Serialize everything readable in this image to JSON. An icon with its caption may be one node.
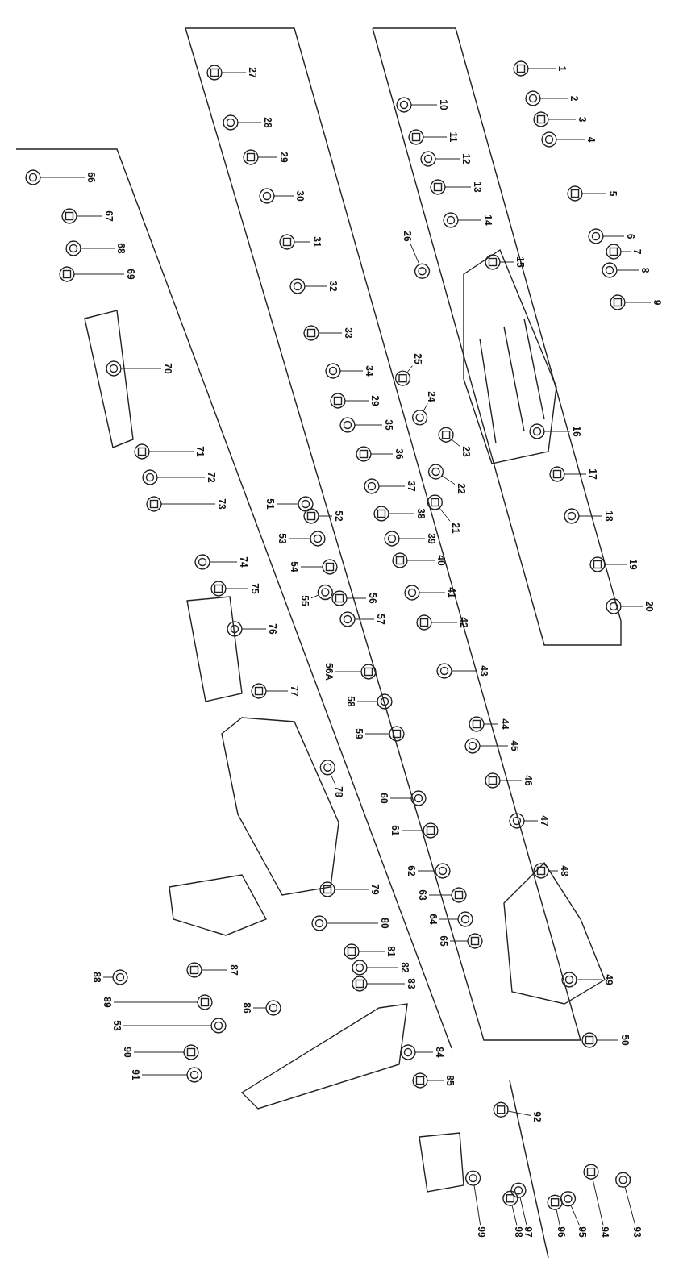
{
  "diagram": {
    "nodes": [
      {
        "text": [
          "1"
        ]
      },
      {
        "text": [
          "2"
        ]
      },
      {
        "text": [
          "3"
        ]
      },
      {
        "text": [
          "4"
        ]
      },
      {
        "text": [
          "5"
        ]
      },
      {
        "text": [
          "6"
        ]
      },
      {
        "text": [
          "7"
        ]
      },
      {
        "text": [
          "8"
        ]
      },
      {
        "text": [
          "9"
        ]
      },
      {
        "text": [
          "10"
        ]
      },
      {
        "text": [
          "11"
        ]
      },
      {
        "text": [
          "12"
        ]
      },
      {
        "text": [
          "13"
        ]
      },
      {
        "text": [
          "14"
        ]
      },
      {
        "text": [
          "15"
        ]
      },
      {
        "text": [
          "16"
        ]
      },
      {
        "text": [
          "17"
        ]
      },
      {
        "text": [
          "18"
        ]
      },
      {
        "text": [
          "19"
        ]
      },
      {
        "text": [
          "20"
        ]
      },
      {
        "text": [
          "21"
        ]
      },
      {
        "text": [
          "22"
        ]
      },
      {
        "text": [
          "23"
        ]
      },
      {
        "text": [
          "24"
        ]
      },
      {
        "text": [
          "25"
        ]
      },
      {
        "text": [
          "26"
        ]
      },
      {
        "text": [
          "27"
        ]
      },
      {
        "text": [
          "28"
        ]
      },
      {
        "text": [
          "29"
        ]
      },
      {
        "text": [
          "30"
        ]
      },
      {
        "text": [
          "31"
        ]
      },
      {
        "text": [
          "32"
        ]
      },
      {
        "text": [
          "33"
        ]
      },
      {
        "text": [
          "34"
        ]
      },
      {
        "text": [
          "29"
        ]
      },
      {
        "text": [
          "35"
        ]
      },
      {
        "text": [
          "36"
        ]
      },
      {
        "text": [
          "37"
        ]
      },
      {
        "text": [
          "38"
        ]
      },
      {
        "text": [
          "39"
        ]
      },
      {
        "text": [
          "40"
        ]
      },
      {
        "text": [
          "41"
        ]
      },
      {
        "text": [
          "42"
        ]
      },
      {
        "text": [
          "43"
        ]
      },
      {
        "text": [
          "44"
        ]
      },
      {
        "text": [
          "45"
        ]
      },
      {
        "text": [
          "46"
        ]
      },
      {
        "text": [
          "47"
        ]
      },
      {
        "text": [
          "48"
        ]
      },
      {
        "text": [
          "49"
        ]
      },
      {
        "text": [
          "50"
        ]
      },
      {
        "text": [
          "51"
        ]
      },
      {
        "text": [
          "52"
        ]
      },
      {
        "text": [
          "53"
        ]
      },
      {
        "text": [
          "54"
        ]
      },
      {
        "text": [
          "55"
        ]
      },
      {
        "text": [
          "56"
        ]
      },
      {
        "text": [
          "57"
        ]
      },
      {
        "text": [
          "56A"
        ]
      },
      {
        "text": [
          "58"
        ]
      },
      {
        "text": [
          "59"
        ]
      },
      {
        "text": [
          "60"
        ]
      },
      {
        "text": [
          "61"
        ]
      },
      {
        "text": [
          "62"
        ]
      },
      {
        "text": [
          "63"
        ]
      },
      {
        "text": [
          "64"
        ]
      },
      {
        "text": [
          "65"
        ]
      },
      {
        "text": [
          "66"
        ]
      },
      {
        "text": [
          "67"
        ]
      },
      {
        "text": [
          "68"
        ]
      },
      {
        "text": [
          "69"
        ]
      },
      {
        "text": [
          "70"
        ]
      },
      {
        "text": [
          "71"
        ]
      },
      {
        "text": [
          "72"
        ]
      },
      {
        "text": [
          "73"
        ]
      },
      {
        "text": [
          "74"
        ]
      },
      {
        "text": [
          "75"
        ]
      },
      {
        "text": [
          "76"
        ]
      },
      {
        "text": [
          "77"
        ]
      },
      {
        "text": [
          "78"
        ]
      },
      {
        "text": [
          "79"
        ]
      },
      {
        "text": [
          "80"
        ]
      },
      {
        "text": [
          "81"
        ]
      },
      {
        "text": [
          "82"
        ]
      },
      {
        "text": [
          "83"
        ]
      },
      {
        "text": [
          "84"
        ]
      },
      {
        "text": [
          "85"
        ]
      },
      {
        "text": [
          "86"
        ]
      },
      {
        "text": [
          "87"
        ]
      },
      {
        "text": [
          "88"
        ]
      },
      {
        "text": [
          "89"
        ]
      },
      {
        "text": [
          "53"
        ]
      },
      {
        "text": [
          "90"
        ]
      },
      {
        "text": [
          "91"
        ]
      },
      {
        "text": [
          "92"
        ]
      },
      {
        "text": [
          "93"
        ]
      },
      {
        "text": [
          "94"
        ]
      },
      {
        "text": [
          "95"
        ]
      },
      {
        "text": [
          "96"
        ]
      },
      {
        "text": [
          "97"
        ]
      },
      {
        "text": [
          "98"
        ]
      },
      {
        "text": [
          "99"
        ]
      },
      {
        "text": [],
        "shape": "picture"
      },
      {
        "text": [],
        "shape": "picture"
      },
      {
        "text": [],
        "shape": "picture"
      },
      {
        "text": [],
        "shape": "picture"
      },
      {
        "text": [],
        "shape": "picture"
      },
      {
        "text": [],
        "shape": "picture"
      },
      {
        "text": [],
        "shape": "picture"
      },
      {
        "text": [],
        "shape": "picture"
      },
      {
        "text": [],
        "shape": "picture"
      },
      {
        "text": [],
        "shape": "picture"
      },
      {
        "text": [],
        "shape": "picture"
      },
      {
        "text": [],
        "shape": "picture"
      },
      {
        "text": [],
        "shape": "picture"
      },
      {
        "text": [],
        "shape": "picture"
      },
      {
        "text": [],
        "shape": "picture"
      },
      {
        "text": [],
        "shape": "picture"
      },
      {
        "text": [],
        "shape": "picture"
      },
      {
        "text": [],
        "shape": "picture"
      },
      {
        "text": [],
        "shape": "picture"
      },
      {
        "text": [],
        "shape": "picture"
      },
      {
        "text": [],
        "shape": "picture"
      },
      {
        "text": [],
        "shape": "picture"
      },
      {
        "text": [],
        "shape": "picture"
      },
      {
        "text": [],
        "shape": "picture"
      },
      {
        "text": [],
        "shape": "picture"
      },
      {
        "text": [],
        "shape": "picture"
      },
      {
        "text": [],
        "shape": "picture"
      },
      {
        "text": [],
        "shape": "picture"
      },
      {
        "text": [],
        "shape": "picture"
      },
      {
        "text": [],
        "shape": "picture"
      },
      {
        "text": [],
        "shape": "picture"
      },
      {
        "text": [],
        "shape": "picture"
      },
      {
        "text": [],
        "shape": "picture"
      },
      {
        "text": [],
        "shape": "picture"
      },
      {
        "text": [],
        "shape": "picture"
      },
      {
        "text": [],
        "shape": "picture"
      },
      {
        "text": [],
        "shape": "picture"
      },
      {
        "text": [],
        "shape": "picture"
      },
      {
        "text": [],
        "shape": "picture"
      },
      {
        "text": [],
        "shape": "picture"
      },
      {
        "text": [],
        "shape": "picture"
      },
      {
        "text": [],
        "shape": "picture"
      },
      {
        "text": [],
        "shape": "picture"
      },
      {
        "text": [],
        "shape": "picture"
      },
      {
        "text": [],
        "shape": "picture"
      },
      {
        "text": [],
        "shape": "picture"
      },
      {
        "text": [],
        "shape": "picture"
      },
      {
        "text": [],
        "shape": "picture"
      },
      {
        "text": [],
        "shape": "picture"
      },
      {
        "text": [],
        "shape": "picture"
      },
      {
        "text": [],
        "shape": "picture"
      },
      {
        "text": [],
        "shape": "picture"
      },
      {
        "text": [],
        "shape": "picture"
      },
      {
        "text": [],
        "shape": "picture"
      },
      {
        "text": [],
        "shape": "picture"
      },
      {
        "text": [],
        "shape": "picture"
      },
      {
        "text": [],
        "shape": "picture"
      },
      {
        "text": [],
        "shape": "picture"
      },
      {
        "text": [],
        "shape": "picture"
      },
      {
        "text": [],
        "shape": "picture"
      },
      {
        "text": [],
        "shape": "picture"
      },
      {
        "text": [],
        "shape": "picture"
      },
      {
        "text": [],
        "shape": "picture"
      },
      {
        "text": [],
        "shape": "picture"
      },
      {
        "text": [],
        "shape": "picture"
      },
      {
        "text": [],
        "shape": "picture"
      },
      {
        "text": [],
        "shape": "picture"
      },
      {
        "text": [],
        "shape": "picture"
      },
      {
        "text": [],
        "shape": "picture"
      },
      {
        "text": [],
        "shape": "picture"
      },
      {
        "text": [],
        "shape": "picture"
      },
      {
        "text": [],
        "shape": "picture"
      },
      {
        "text": [],
        "shape": "picture"
      },
      {
        "text": [],
        "shape": "picture"
      },
      {
        "text": [],
        "shape": "picture"
      },
      {
        "text": [],
        "shape": "picture"
      },
      {
        "text": [],
        "shape": "picture"
      },
      {
        "text": [],
        "shape": "picture"
      },
      {
        "text": [],
        "shape": "picture"
      },
      {
        "text": [],
        "shape": "picture"
      },
      {
        "text": [],
        "shape": "picture"
      },
      {
        "text": [],
        "shape": "picture"
      },
      {
        "text": [],
        "shape": "picture"
      },
      {
        "text": [],
        "shape": "picture"
      },
      {
        "text": [],
        "shape": "picture"
      },
      {
        "text": [],
        "shape": "picture"
      },
      {
        "text": [],
        "shape": "picture"
      },
      {
        "text": [],
        "shape": "picture"
      },
      {
        "text": [],
        "shape": "picture"
      },
      {
        "text": [],
        "shape": "picture"
      },
      {
        "text": [],
        "shape": "picture"
      },
      {
        "text": [],
        "shape": "picture"
      },
      {
        "text": [],
        "shape": "picture"
      },
      {
        "text": [],
        "shape": "picture"
      },
      {
        "text": [],
        "shape": "picture"
      },
      {
        "text": [],
        "shape": "picture"
      },
      {
        "text": [],
        "shape": "picture"
      },
      {
        "text": [],
        "shape": "picture"
      },
      {
        "text": [],
        "shape": "picture"
      },
      {
        "text": [],
        "shape": "picture"
      },
      {
        "text": [],
        "shape": "picture"
      },
      {
        "text": [],
        "shape": "picture"
      }
    ],
    "edges": [
      {
        "from": 0,
        "to": 102,
        "arrow": "none"
      },
      {
        "from": 1,
        "to": 103,
        "arrow": "none"
      },
      {
        "from": 2,
        "to": 104,
        "arrow": "none"
      },
      {
        "from": 3,
        "to": 105,
        "arrow": "none"
      },
      {
        "from": 4,
        "to": 106,
        "arrow": "none"
      },
      {
        "from": 5,
        "to": 107,
        "arrow": "none"
      },
      {
        "from": 6,
        "to": 108,
        "arrow": "none"
      },
      {
        "from": 7,
        "to": 109,
        "arrow": "none"
      },
      {
        "from": 8,
        "to": 110,
        "arrow": "none"
      },
      {
        "from": 9,
        "to": 111,
        "arrow": "none"
      },
      {
        "from": 10,
        "to": 112,
        "arrow": "none"
      },
      {
        "from": 11,
        "to": 113,
        "arrow": "none"
      },
      {
        "from": 12,
        "to": 114,
        "arrow": "none"
      },
      {
        "from": 13,
        "to": 115,
        "arrow": "none"
      },
      {
        "from": 14,
        "to": 116,
        "arrow": "none"
      },
      {
        "from": 15,
        "to": 117,
        "arrow": "none"
      },
      {
        "from": 16,
        "to": 118,
        "arrow": "none"
      },
      {
        "from": 17,
        "to": 119,
        "arrow": "none"
      },
      {
        "from": 18,
        "to": 120,
        "arrow": "none"
      },
      {
        "from": 19,
        "to": 121,
        "arrow": "none"
      },
      {
        "from": 20,
        "to": 122,
        "arrow": "none"
      },
      {
        "from": 21,
        "to": 123,
        "arrow": "none"
      },
      {
        "from": 22,
        "to": 124,
        "arrow": "none"
      },
      {
        "from": 23,
        "to": 125,
        "arrow": "none"
      },
      {
        "from": 24,
        "to": 126,
        "arrow": "none"
      },
      {
        "from": 25,
        "to": 127,
        "arrow": "none"
      },
      {
        "from": 26,
        "to": 128,
        "arrow": "none"
      },
      {
        "from": 27,
        "to": 129,
        "arrow": "none"
      },
      {
        "from": 28,
        "to": 130,
        "arrow": "none"
      },
      {
        "from": 29,
        "to": 131,
        "arrow": "none"
      },
      {
        "from": 30,
        "to": 132,
        "arrow": "none"
      },
      {
        "from": 31,
        "to": 133,
        "arrow": "none"
      },
      {
        "from": 32,
        "to": 134,
        "arrow": "none"
      },
      {
        "from": 33,
        "to": 135,
        "arrow": "none"
      },
      {
        "from": 34,
        "to": 136,
        "arrow": "none"
      },
      {
        "from": 35,
        "to": 137,
        "arrow": "none"
      },
      {
        "from": 36,
        "to": 138,
        "arrow": "none"
      },
      {
        "from": 37,
        "to": 139,
        "arrow": "none"
      },
      {
        "from": 38,
        "to": 140,
        "arrow": "none"
      },
      {
        "from": 39,
        "to": 141,
        "arrow": "none"
      },
      {
        "from": 40,
        "to": 142,
        "arrow": "none"
      },
      {
        "from": 41,
        "to": 143,
        "arrow": "none"
      },
      {
        "from": 42,
        "to": 144,
        "arrow": "none"
      },
      {
        "from": 43,
        "to": 145,
        "arrow": "none"
      },
      {
        "from": 44,
        "to": 146,
        "arrow": "none"
      },
      {
        "from": 45,
        "to": 147,
        "arrow": "none"
      },
      {
        "from": 46,
        "to": 148,
        "arrow": "none"
      },
      {
        "from": 47,
        "to": 149,
        "arrow": "none"
      },
      {
        "from": 48,
        "to": 150,
        "arrow": "none"
      },
      {
        "from": 49,
        "to": 151,
        "arrow": "none"
      },
      {
        "from": 50,
        "to": 152,
        "arrow": "none"
      },
      {
        "from": 51,
        "to": 153,
        "arrow": "none"
      },
      {
        "from": 52,
        "to": 154,
        "arrow": "none"
      },
      {
        "from": 53,
        "to": 155,
        "arrow": "none"
      },
      {
        "from": 54,
        "to": 156,
        "arrow": "none"
      },
      {
        "from": 55,
        "to": 157,
        "arrow": "none"
      },
      {
        "from": 56,
        "to": 158,
        "arrow": "none"
      },
      {
        "from": 57,
        "to": 159,
        "arrow": "none"
      },
      {
        "from": 58,
        "to": 160,
        "arrow": "none"
      },
      {
        "from": 59,
        "to": 161,
        "arrow": "none"
      },
      {
        "from": 60,
        "to": 162,
        "arrow": "none"
      },
      {
        "from": 61,
        "to": 163,
        "arrow": "none"
      },
      {
        "from": 62,
        "to": 164,
        "arrow": "none"
      },
      {
        "from": 63,
        "to": 165,
        "arrow": "none"
      },
      {
        "from": 64,
        "to": 166,
        "arrow": "none"
      },
      {
        "from": 65,
        "to": 167,
        "arrow": "none"
      },
      {
        "from": 66,
        "to": 168,
        "arrow": "none"
      },
      {
        "from": 67,
        "to": 169,
        "arrow": "none"
      },
      {
        "from": 68,
        "to": 170,
        "arrow": "none"
      },
      {
        "from": 69,
        "to": 171,
        "arrow": "none"
      },
      {
        "from": 70,
        "to": 172,
        "arrow": "none"
      },
      {
        "from": 71,
        "to": 173,
        "arrow": "none"
      },
      {
        "from": 72,
        "to": 174,
        "arrow": "none"
      },
      {
        "from": 73,
        "to": 175,
        "arrow": "none"
      },
      {
        "from": 74,
        "to": 176,
        "arrow": "none"
      },
      {
        "from": 75,
        "to": 177,
        "arrow": "none"
      },
      {
        "from": 76,
        "to": 178,
        "arrow": "none"
      },
      {
        "from": 77,
        "to": 179,
        "arrow": "none"
      },
      {
        "from": 78,
        "to": 180,
        "arrow": "none"
      },
      {
        "from": 79,
        "to": 181,
        "arrow": "none"
      },
      {
        "from": 80,
        "to": 182,
        "arrow": "none"
      },
      {
        "from": 81,
        "to": 183,
        "arrow": "none"
      },
      {
        "from": 82,
        "to": 184,
        "arrow": "none"
      },
      {
        "from": 83,
        "to": 185,
        "arrow": "none"
      },
      {
        "from": 84,
        "to": 186,
        "arrow": "none"
      },
      {
        "from": 85,
        "to": 187,
        "arrow": "none"
      },
      {
        "from": 86,
        "to": 188,
        "arrow": "none"
      },
      {
        "from": 87,
        "to": 189,
        "arrow": "none"
      },
      {
        "from": 88,
        "to": 190,
        "arrow": "none"
      },
      {
        "from": 89,
        "to": 191,
        "arrow": "none"
      },
      {
        "from": 90,
        "to": 192,
        "arrow": "none"
      },
      {
        "from": 91,
        "to": 193,
        "arrow": "none"
      },
      {
        "from": 92,
        "to": 194,
        "arrow": "none"
      },
      {
        "from": 93,
        "to": 195,
        "arrow": "none"
      },
      {
        "from": 94,
        "to": 196,
        "arrow": "none"
      },
      {
        "from": 95,
        "to": 197,
        "arrow": "none"
      },
      {
        "from": 96,
        "to": 198,
        "arrow": "none"
      },
      {
        "from": 97,
        "to": 199,
        "arrow": "none"
      },
      {
        "from": 98,
        "to": 200,
        "arrow": "none"
      },
      {
        "from": 99,
        "to": 201,
        "arrow": "none"
      },
      {
        "from": 100,
        "to": 202,
        "arrow": "none"
      },
      {
        "from": 101,
        "to": 203,
        "arrow": "none"
      }
    ]
  }
}
